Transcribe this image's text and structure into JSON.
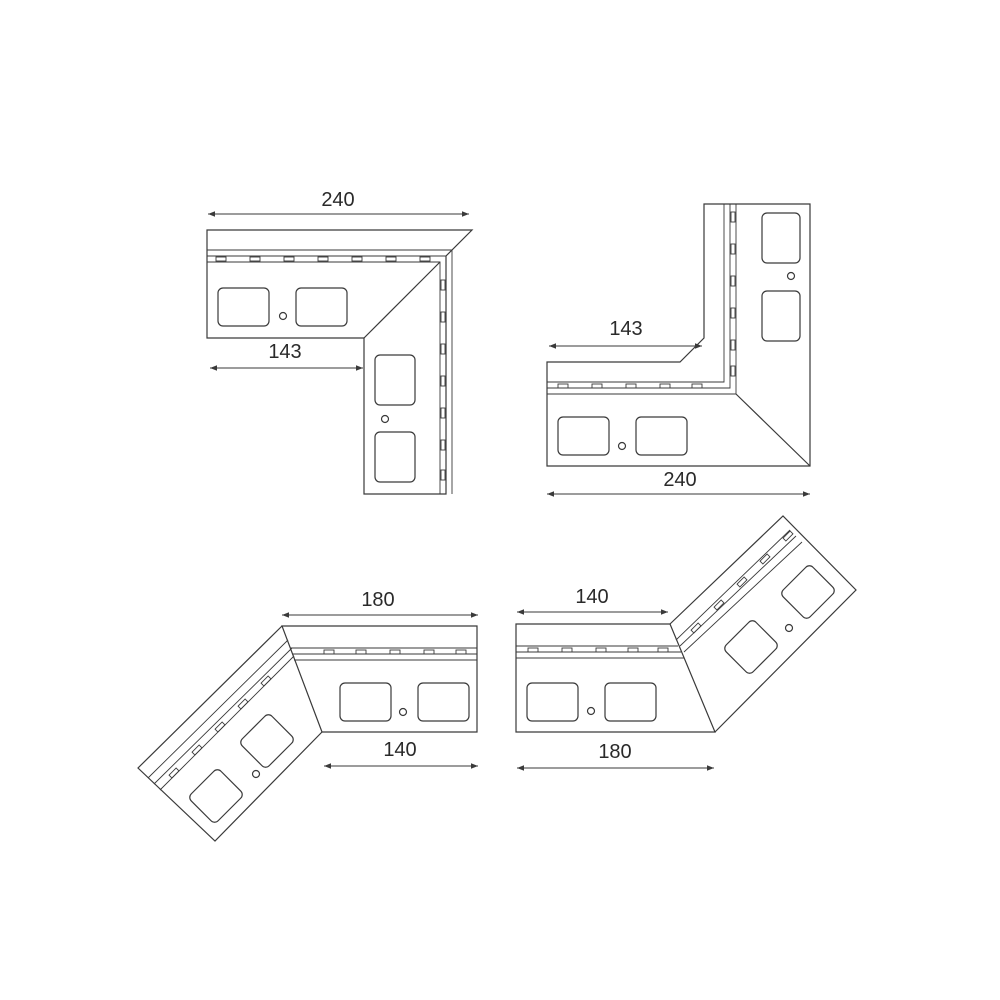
{
  "colors": {
    "line": "#3a3a3a",
    "text": "#2a2a2a",
    "background": "#ffffff"
  },
  "drawing_1": {
    "dim_long": "240",
    "dim_short": "143"
  },
  "drawing_2": {
    "dim_long": "240",
    "dim_short": "143"
  },
  "drawing_3": {
    "dim_long": "180",
    "dim_short": "140"
  },
  "drawing_4": {
    "dim_long": "180",
    "dim_short": "140"
  }
}
